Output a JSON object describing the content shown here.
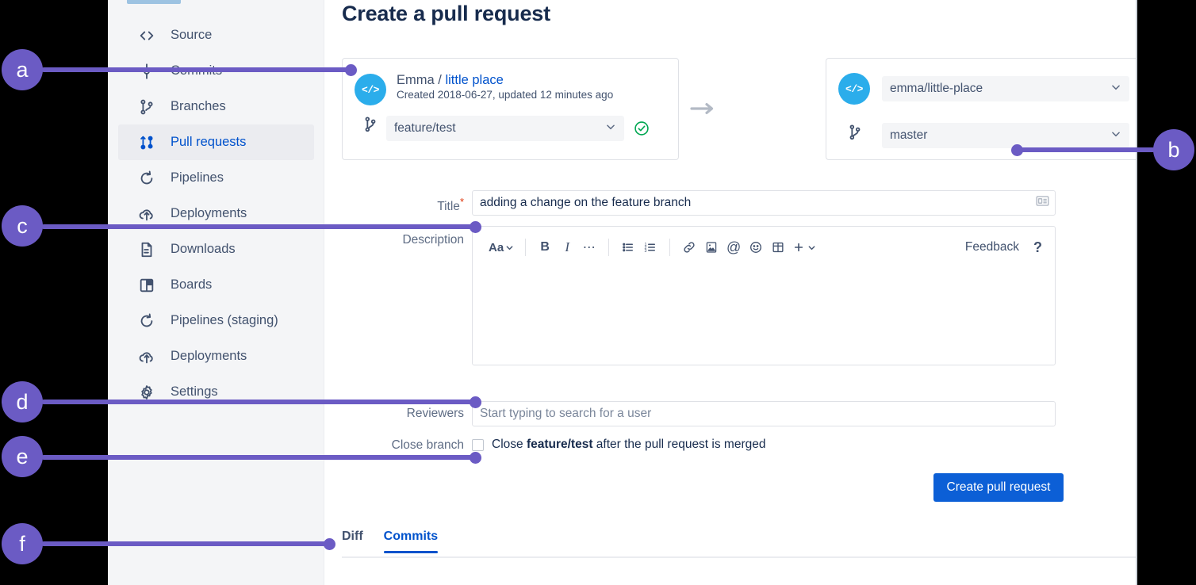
{
  "sidebar": {
    "items": [
      {
        "label": "Source",
        "icon": "code-icon",
        "selected": false
      },
      {
        "label": "Commits",
        "icon": "commits-icon",
        "selected": false
      },
      {
        "label": "Branches",
        "icon": "branches-icon",
        "selected": false
      },
      {
        "label": "Pull requests",
        "icon": "pull-request-icon",
        "selected": true
      },
      {
        "label": "Pipelines",
        "icon": "pipelines-icon",
        "selected": false
      },
      {
        "label": "Deployments",
        "icon": "deployments-icon",
        "selected": false
      },
      {
        "label": "Downloads",
        "icon": "downloads-icon",
        "selected": false
      },
      {
        "label": "Boards",
        "icon": "boards-icon",
        "selected": false
      },
      {
        "label": "Pipelines (staging)",
        "icon": "pipelines-icon",
        "selected": false
      },
      {
        "label": "Deployments",
        "icon": "deployments-icon",
        "selected": false
      },
      {
        "label": "Settings",
        "icon": "gear-icon",
        "selected": false
      }
    ]
  },
  "page": {
    "title": "Create a pull request"
  },
  "source_panel": {
    "repo_avatar_glyph": "</>",
    "owner": "Emma",
    "separator": "/",
    "repo_name": "little place",
    "meta": "Created 2018-06-27, updated 12 minutes ago",
    "branch_value": "feature/test",
    "status": "valid"
  },
  "destination_panel": {
    "repo_avatar_glyph": "</>",
    "repo_value": "emma/little-place",
    "branch_value": "master",
    "status": "valid"
  },
  "form": {
    "title_label": "Title",
    "title_required_mark": "*",
    "title_value": "adding a change on the feature branch",
    "title_field_icon": "contact-card-icon",
    "description_label": "Description",
    "description_value": "",
    "reviewers_label": "Reviewers",
    "reviewers_placeholder": "Start typing to search for a user",
    "close_branch_label": "Close branch",
    "close_branch_checked": false,
    "close_text_prefix": "Close ",
    "close_text_branch": "feature/test",
    "close_text_suffix": " after the pull request is merged",
    "submit_label": "Create pull request"
  },
  "editor_toolbar": {
    "buttons": [
      {
        "name": "text-style-icon",
        "glyph": "Aa"
      },
      {
        "name": "bold-icon",
        "glyph": "B"
      },
      {
        "name": "italic-icon",
        "glyph": "I"
      },
      {
        "name": "more-formatting-icon",
        "glyph": "⋯"
      },
      {
        "name": "bullet-list-icon",
        "glyph": "☰"
      },
      {
        "name": "numbered-list-icon",
        "glyph": "☰"
      },
      {
        "name": "link-icon",
        "glyph": "🔗"
      },
      {
        "name": "image-icon",
        "glyph": "▣"
      },
      {
        "name": "mention-icon",
        "glyph": "@"
      },
      {
        "name": "emoji-icon",
        "glyph": "☺"
      },
      {
        "name": "table-icon",
        "glyph": "⊞"
      },
      {
        "name": "insert-more-icon",
        "glyph": "+"
      }
    ],
    "feedback_label": "Feedback",
    "help_label": "?"
  },
  "tabs": [
    {
      "label": "Diff",
      "active": false
    },
    {
      "label": "Commits",
      "active": true
    }
  ],
  "callouts": [
    {
      "letter": "a"
    },
    {
      "letter": "b"
    },
    {
      "letter": "c"
    },
    {
      "letter": "d"
    },
    {
      "letter": "e"
    },
    {
      "letter": "f"
    }
  ],
  "colors": {
    "accent_purple": "#6b5bc4",
    "link_blue": "#0052cc",
    "button_blue": "#0c5fd6",
    "avatar_blue": "#2badeb",
    "ok_green": "#36b37e",
    "required_red": "#de350b",
    "sidebar_bg": "#f4f5f7",
    "text_dark": "#172b4d",
    "text_muted": "#5e6c84"
  }
}
